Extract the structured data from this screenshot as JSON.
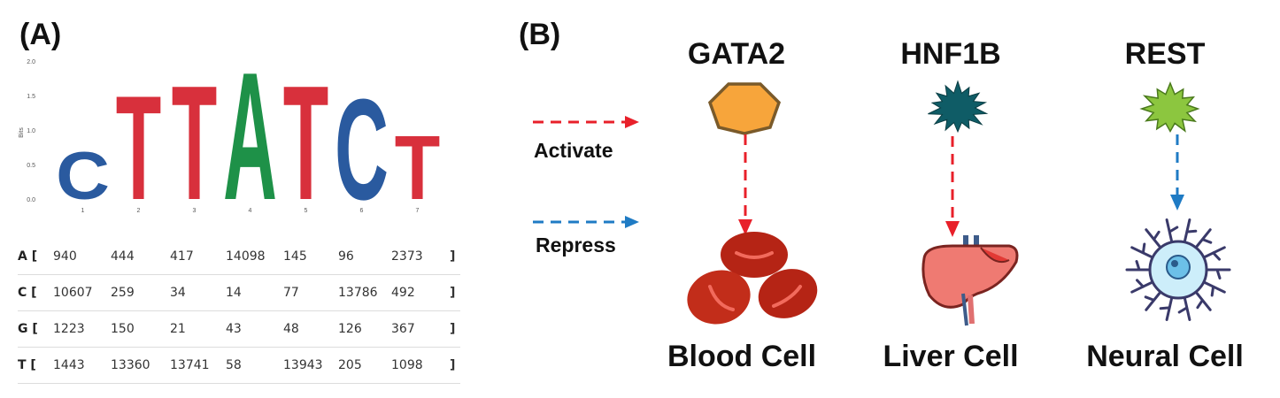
{
  "panel_a": {
    "label": "(A)",
    "logo": {
      "y_axis_label": "Bits",
      "y_ticks": [
        "0.0",
        "0.5",
        "1.0",
        "1.5",
        "2.0"
      ],
      "positions": [
        "1",
        "2",
        "3",
        "4",
        "5",
        "6",
        "7"
      ],
      "letters": [
        {
          "pos": 1,
          "letter": "C",
          "color": "#2a5a9f",
          "bits": 0.7
        },
        {
          "pos": 2,
          "letter": "T",
          "color": "#d8303c",
          "bits": 1.55
        },
        {
          "pos": 3,
          "letter": "T",
          "color": "#d8303c",
          "bits": 1.7
        },
        {
          "pos": 4,
          "letter": "A",
          "color": "#1e9148",
          "bits": 1.9
        },
        {
          "pos": 5,
          "letter": "T",
          "color": "#d8303c",
          "bits": 1.7
        },
        {
          "pos": 6,
          "letter": "C",
          "color": "#2a5a9f",
          "bits": 1.5
        },
        {
          "pos": 7,
          "letter": "T",
          "color": "#d8303c",
          "bits": 0.95
        }
      ]
    },
    "matrix": {
      "rows": [
        {
          "base": "A [",
          "values": [
            "940",
            "444",
            "417",
            "14098",
            "145",
            "96",
            "2373"
          ],
          "close": "]"
        },
        {
          "base": "C [",
          "values": [
            "10607",
            "259",
            "34",
            "14",
            "77",
            "13786",
            "492"
          ],
          "close": "]"
        },
        {
          "base": "G [",
          "values": [
            "1223",
            "150",
            "21",
            "43",
            "48",
            "126",
            "367"
          ],
          "close": "]"
        },
        {
          "base": "T [",
          "values": [
            "1443",
            "13360",
            "13741",
            "58",
            "13943",
            "205",
            "1098"
          ],
          "close": "]"
        }
      ]
    }
  },
  "panel_b": {
    "label": "(B)",
    "legend": {
      "activate": {
        "label": "Activate",
        "color": "#e8202a"
      },
      "repress": {
        "label": "Repress",
        "color": "#1f7bc4"
      }
    },
    "factors": [
      {
        "name": "GATA2",
        "target": "Blood Cell",
        "effect": "activate",
        "icon": "orange-heptagon-icon",
        "color": "#f7a53b"
      },
      {
        "name": "HNF1B",
        "target": "Liver Cell",
        "effect": "activate",
        "icon": "teal-starburst-icon",
        "color": "#0f5c66"
      },
      {
        "name": "REST",
        "target": "Neural Cell",
        "effect": "repress",
        "icon": "green-starburst-icon",
        "color": "#8cc63f"
      }
    ]
  }
}
